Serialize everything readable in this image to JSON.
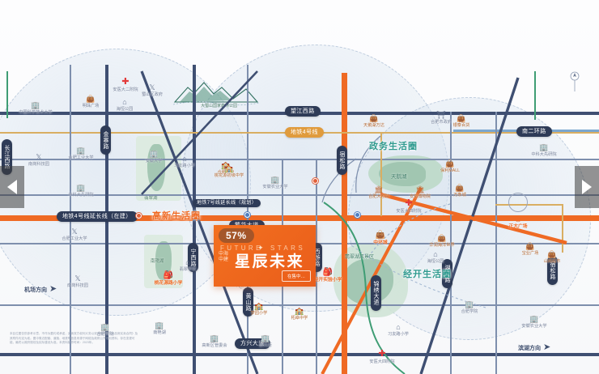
{
  "viewer": {
    "prev_label": "Previous image",
    "next_label": "Next image",
    "prev_icon": "chevron-left-icon",
    "next_icon": "chevron-right-icon"
  },
  "project": {
    "percent": "57%",
    "english_name": "FUTURE",
    "english_name2": "STARS",
    "star_icon": "star-burst-icon",
    "brand_prefix": "中海\n中建",
    "chinese_name": "星辰未来",
    "cta": "在售中…"
  },
  "life_circles": [
    {
      "id": "gaoxin",
      "label": "高新生活圈",
      "color": "#ef6a24"
    },
    {
      "id": "zhengwu",
      "label": "政务生活圈",
      "color": "#2f9a8f"
    },
    {
      "id": "jingkai",
      "label": "经开生活圈",
      "color": "#2f9a8f"
    }
  ],
  "roads": [
    {
      "id": "wangjiang-xilu",
      "label": "望江西路",
      "style": "dark"
    },
    {
      "id": "changjiang-xilu",
      "label": "长江西路",
      "style": "gold"
    },
    {
      "id": "fanhua-dadao",
      "label": "繁华大道",
      "style": "dark"
    },
    {
      "id": "fangxing-dadao",
      "label": "方兴大道",
      "style": "dark"
    },
    {
      "id": "jinzhai-lu",
      "label": "金寨路",
      "style": "dark"
    },
    {
      "id": "ningxi-lu",
      "label": "宁西路",
      "style": "dark"
    },
    {
      "id": "huangshan-lu",
      "label": "黄山路",
      "style": "dark"
    },
    {
      "id": "tianzhishan-lu",
      "label": "天智路",
      "style": "dark"
    },
    {
      "id": "xiyou-lu",
      "label": "西游路",
      "style": "dark"
    },
    {
      "id": "susong-lu",
      "label": "宿松路",
      "style": "dark"
    },
    {
      "id": "erhuan",
      "label": "南二环路",
      "style": "dark"
    },
    {
      "id": "metro4-ext",
      "label": "地铁4号线延长线（在建）",
      "style": "dark"
    },
    {
      "id": "metro4",
      "label": "地铁4号线",
      "style": "gold"
    },
    {
      "id": "metro7",
      "label": "地铁7号线延长线（规划）",
      "style": "dark"
    },
    {
      "id": "jinxiu-dadao",
      "label": "锦绣大道",
      "style": "dark"
    },
    {
      "id": "huguang-lu",
      "label": "湖光路",
      "style": "dark"
    }
  ],
  "landmarks": [
    {
      "label": "大蜀山国家森林公园",
      "icon": "mountain-icon",
      "tier": "park"
    },
    {
      "label": "天鹅湖",
      "icon": "lake-icon",
      "tier": "park"
    },
    {
      "label": "翡翠湖风景区",
      "icon": "lake-icon",
      "tier": "park"
    },
    {
      "label": "合肥市政府",
      "icon": "government-icon",
      "tier": "hi"
    },
    {
      "label": "天鹅湖万达",
      "icon": "mall-icon",
      "tier": "med"
    },
    {
      "label": "银泰百货",
      "icon": "mall-icon",
      "tier": "med"
    },
    {
      "label": "保利MALL",
      "icon": "mall-icon",
      "tier": "med"
    },
    {
      "label": "万象城",
      "icon": "mall-icon",
      "tier": "med"
    },
    {
      "label": "合肥大剧院",
      "icon": "theatre-icon",
      "tier": "med"
    },
    {
      "label": "安徽博物院",
      "icon": "museum-icon",
      "tier": "med"
    },
    {
      "label": "中环城",
      "icon": "mall-icon",
      "tier": "hi"
    },
    {
      "label": "华润海洋世界",
      "icon": "mall-icon",
      "tier": "med"
    },
    {
      "label": "正大广场",
      "icon": "ferris-icon",
      "tier": "hi"
    },
    {
      "label": "宝业广场",
      "icon": "mall-icon",
      "tier": "med"
    },
    {
      "label": "山姆超市",
      "icon": "mall-icon",
      "tier": "med"
    },
    {
      "label": "合肥一中",
      "icon": "school-icon",
      "tier": "med"
    },
    {
      "label": "合肥六中",
      "icon": "school-icon",
      "tier": "med"
    },
    {
      "label": "南门小学",
      "icon": "school-icon",
      "tier": "hi"
    },
    {
      "label": "桃花源路小学",
      "icon": "school-icon",
      "tier": "hi"
    },
    {
      "label": "桃花源初级中学",
      "icon": "school-icon",
      "tier": "med"
    },
    {
      "label": "经开实验小学",
      "icon": "school-icon",
      "tier": "hi"
    },
    {
      "label": "梦园小学",
      "icon": "school-icon",
      "tier": "med"
    },
    {
      "label": "柘皋中学",
      "icon": "school-icon",
      "tier": "med"
    },
    {
      "label": "安医大二附院",
      "icon": "hospital-icon",
      "tier": "red"
    },
    {
      "label": "安医大四附院",
      "icon": "hospital-icon",
      "tier": "red"
    },
    {
      "label": "中科大先研院",
      "icon": "campus-icon",
      "tier": "plain"
    },
    {
      "label": "合肥工业大学",
      "icon": "campus-icon",
      "tier": "plain"
    },
    {
      "label": "安徽大学",
      "icon": "campus-icon",
      "tier": "plain"
    },
    {
      "label": "中国科学技术大学",
      "icon": "campus-icon",
      "tier": "plain"
    },
    {
      "label": "安徽农业大学",
      "icon": "campus-icon",
      "tier": "plain"
    },
    {
      "label": "合肥学院",
      "icon": "campus-icon",
      "tier": "plain"
    },
    {
      "label": "高新区管委会",
      "icon": "government-icon",
      "tier": "plain"
    },
    {
      "label": "欧风街",
      "icon": "street-icon",
      "tier": "plain"
    },
    {
      "label": "南艳湖",
      "icon": "lake-icon",
      "tier": "plain"
    },
    {
      "label": "明珠广场",
      "icon": "mall-icon",
      "tier": "plain"
    },
    {
      "label": "海恒公园",
      "icon": "park-icon",
      "tier": "plain"
    },
    {
      "label": "习友路小学",
      "icon": "school-icon",
      "tier": "plain"
    },
    {
      "label": "翡翠学校",
      "icon": "school-icon",
      "tier": "plain"
    },
    {
      "label": "南岗科技园",
      "icon": "campus-icon",
      "tier": "plain"
    },
    {
      "label": "蜀山区政府",
      "icon": "government-icon",
      "tier": "plain"
    },
    {
      "label": "市民广场",
      "icon": "park-icon",
      "tier": "plain"
    }
  ],
  "directions": [
    {
      "id": "airport",
      "label": "机场方向",
      "icon": "arrow-left-icon"
    },
    {
      "id": "binhu",
      "label": "滨湖方向",
      "icon": "arrow-right-icon"
    }
  ],
  "disclaimer": "本区位图仅供参考示意，不作为要约或承诺，买卖双方权利义务以双方签订的《商品房买卖合同》及其附件约定为准。图中周边配套、道路、地铁等信息来源于网络及政府公开规划资料，存在变更可能，最终以政府规划及实际建设为准。本资料制作时间：2023年。",
  "compass": {
    "icon": "compass-north-icon",
    "label": "N"
  }
}
